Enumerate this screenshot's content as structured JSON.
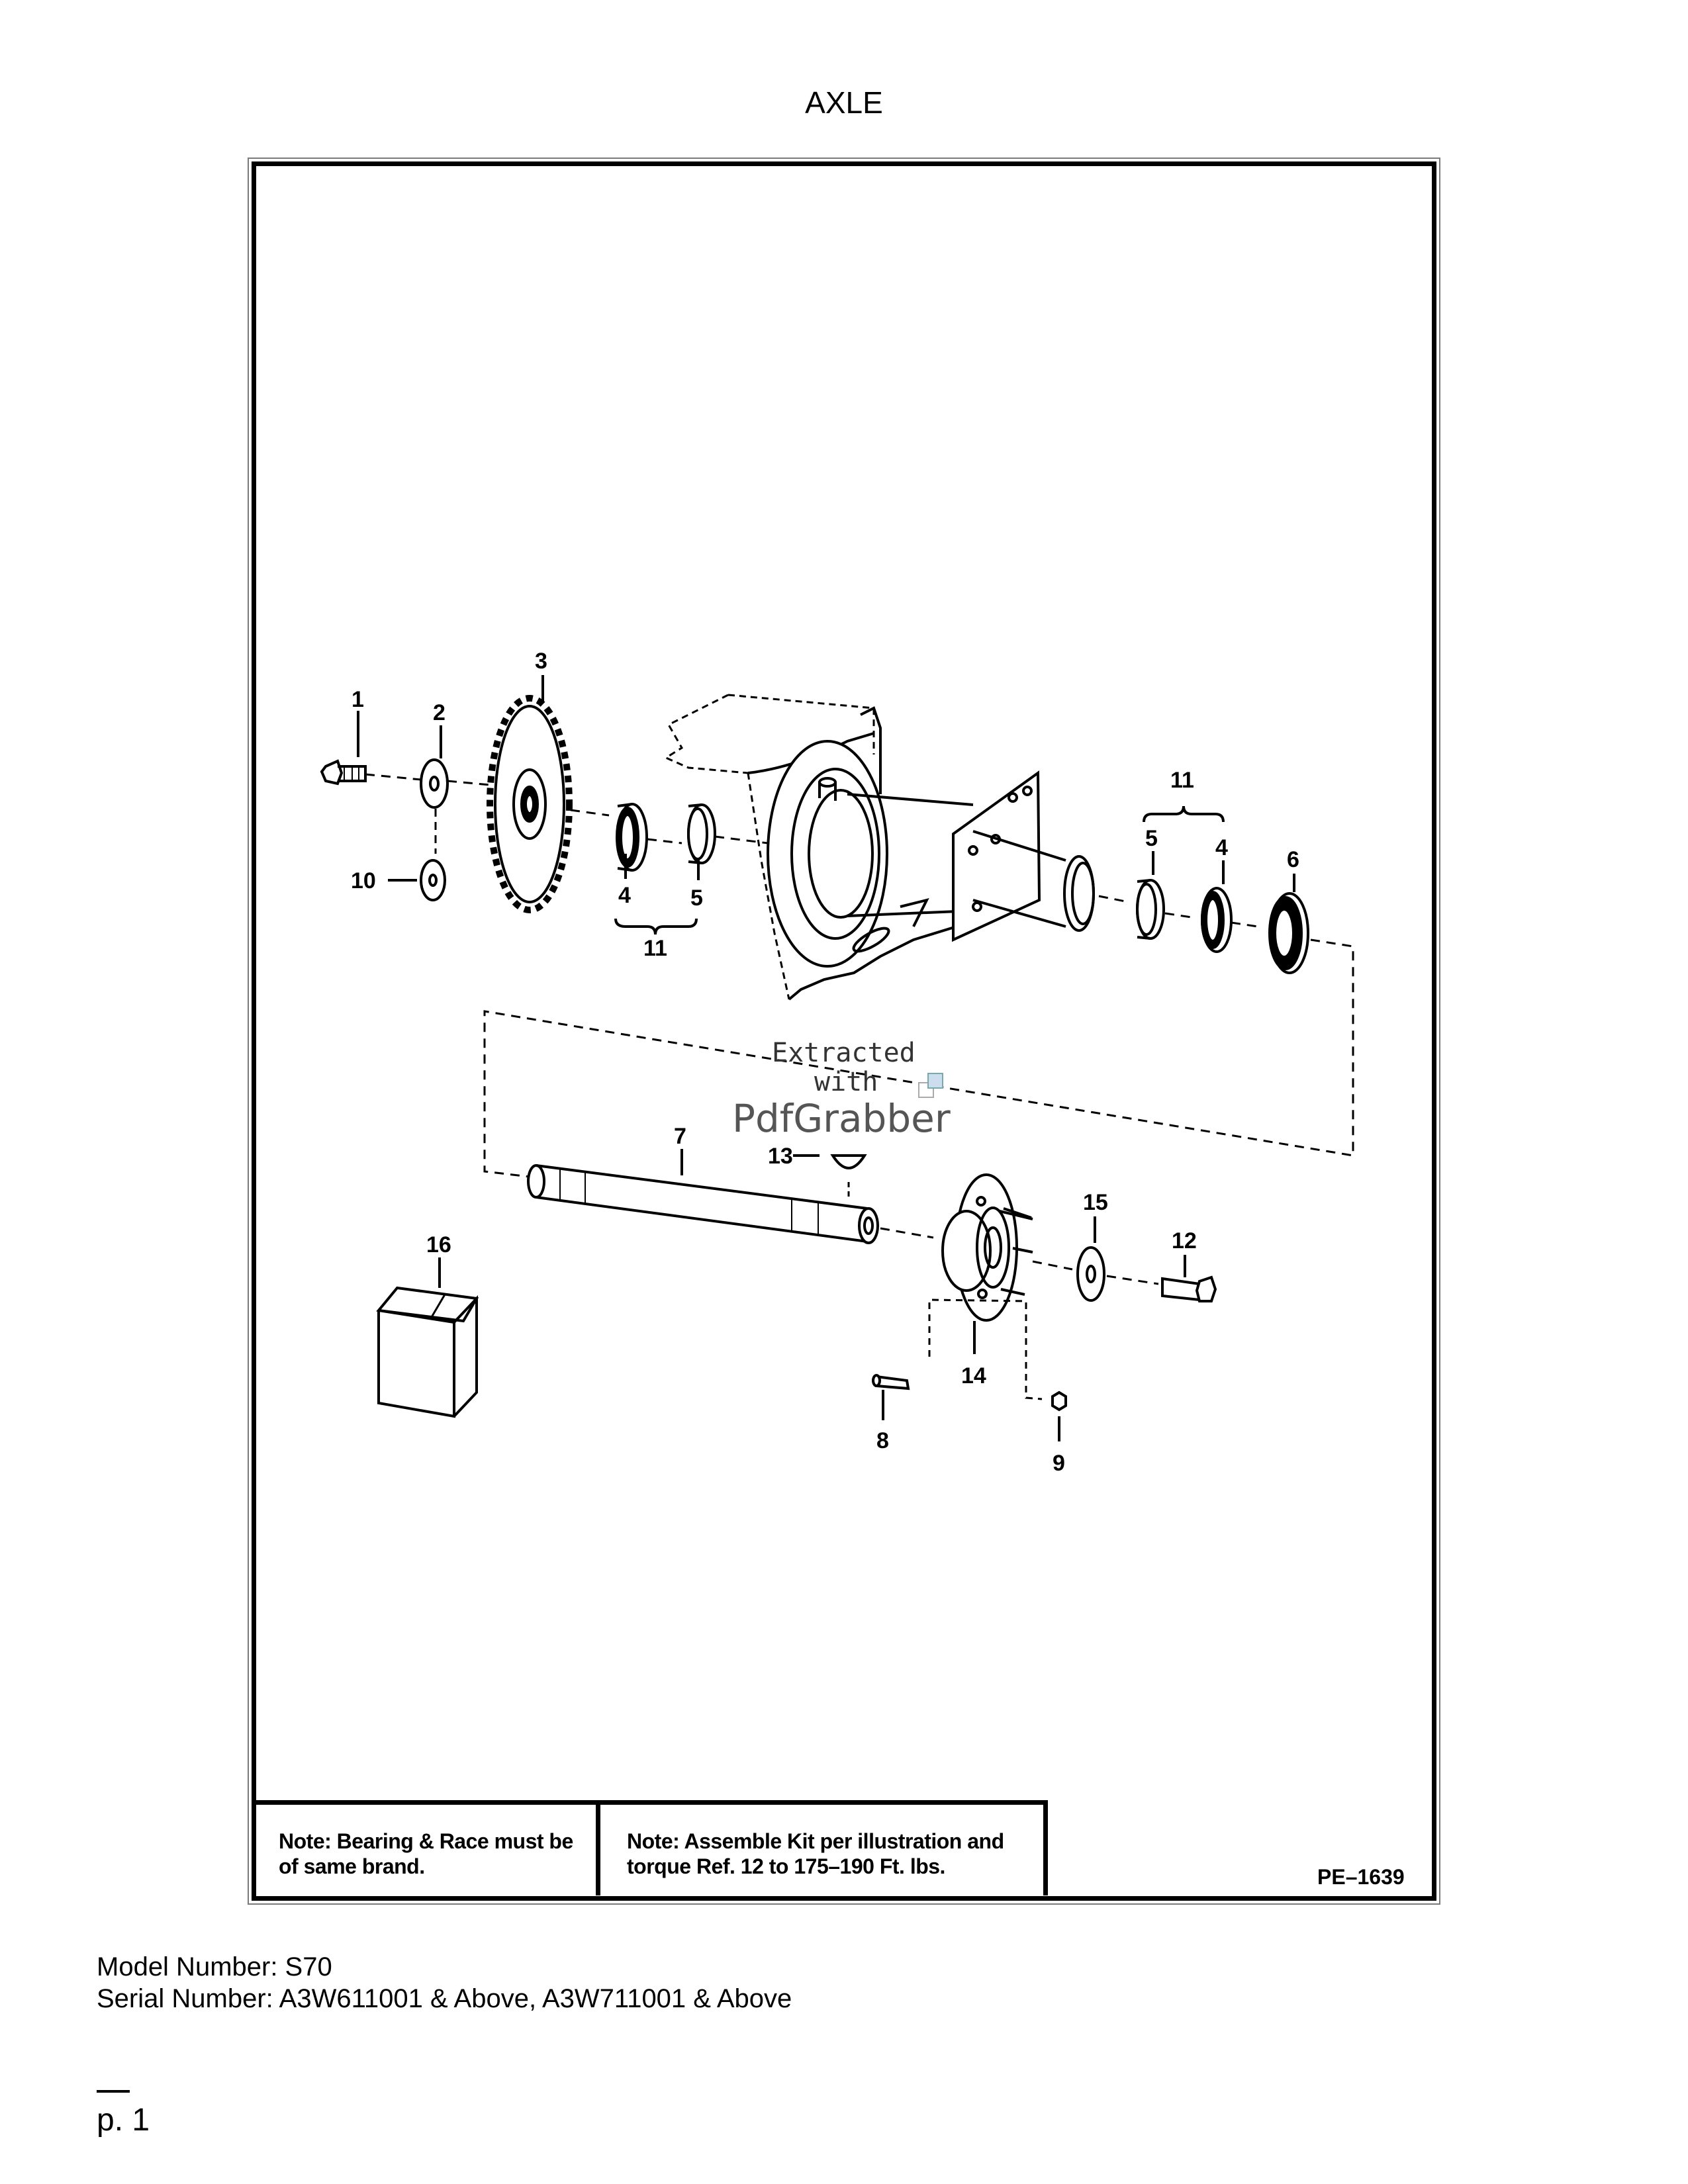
{
  "page_title": "AXLE",
  "watermark": {
    "line1": "Extracted",
    "line2": "with",
    "brand": "PdfGrabber"
  },
  "callouts": {
    "c1": "1",
    "c2": "2",
    "c3": "3",
    "c4a": "4",
    "c5a": "5",
    "c11a": "11",
    "c10": "10",
    "c11b": "11",
    "c5b": "5",
    "c4b": "4",
    "c6": "6",
    "c7": "7",
    "c13": "13",
    "c15": "15",
    "c12": "12",
    "c16": "16",
    "c14": "14",
    "c8": "8",
    "c9": "9"
  },
  "notes": {
    "note1_label": "Note:",
    "note1_text": "Bearing & Race must be of same brand.",
    "note2_label": "Note:",
    "note2_text": "Assemble Kit per illustration and torque Ref. 12 to 175–190 Ft. lbs."
  },
  "figure_id": "PE–1639",
  "footer": {
    "model": "Model Number: S70",
    "serial": "Serial Number: A3W611001 & Above, A3W711001 & Above",
    "page": "p. 1"
  }
}
